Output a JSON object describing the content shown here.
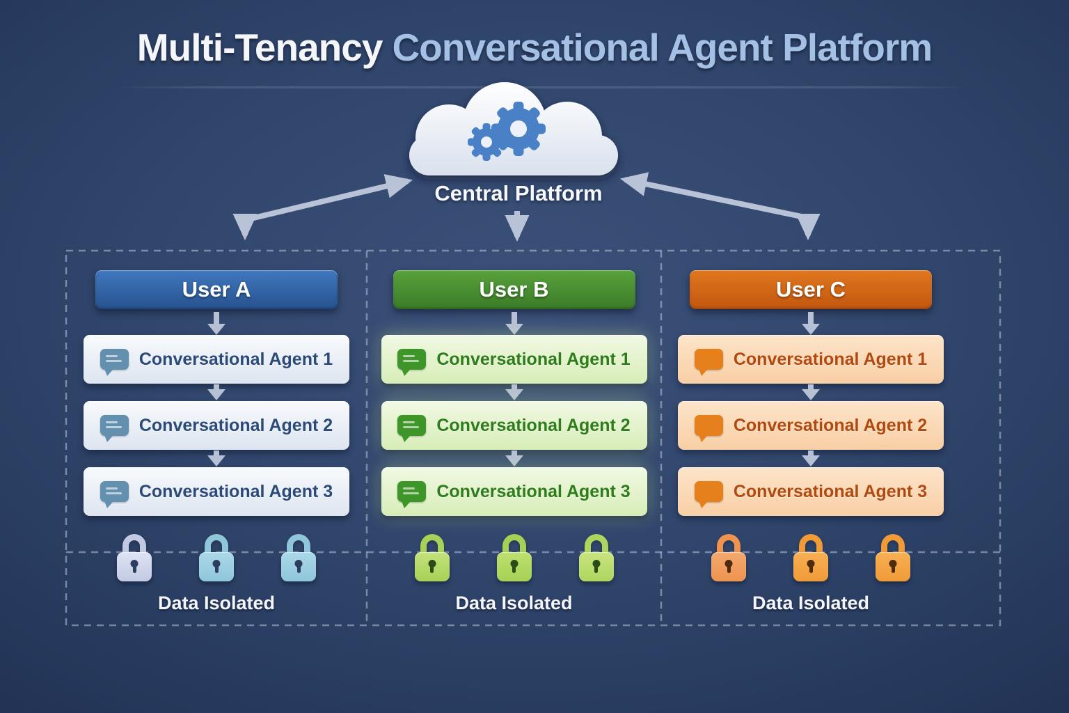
{
  "title": {
    "part1": "Multi-Tenancy",
    "part2": "Conversational Agent Platform"
  },
  "platform": {
    "label": "Central Platform",
    "icon": "cloud-with-gears-icon"
  },
  "colors": {
    "background_center": "#3b5179",
    "background_edge": "#223355",
    "title_part1": "#f4f6fa",
    "title_part2": "#a4c0e4",
    "flow_arrow": "#b7c1d6",
    "branch_arrow": "#b9c3d8",
    "dashed_border": "#c6d0e2",
    "cloud_fill_top": "#ffffff",
    "cloud_fill_bottom": "#d9e1ed",
    "gear_fill_top": "#4a80c6",
    "gear_fill_bottom": "#275090"
  },
  "tenants": [
    {
      "id": "a",
      "name": "User A",
      "agents": [
        "Conversational Agent 1",
        "Conversational Agent 2",
        "Conversational Agent 3"
      ],
      "data_isolated": "Data Isolated",
      "icon_style": "lines",
      "colors": {
        "header_top": "#4078be",
        "header_bottom": "#27528f",
        "box_top": "#f8fafd",
        "box_bottom": "#dde5f0",
        "text": "#2c4a78",
        "icon": "#6390ae",
        "keyhole": "#2c3d60",
        "glow": "0 0 0 rgba(0,0,0,0)",
        "locks": [
          [
            "#dfe3f4",
            "#c2cae3"
          ],
          [
            "#abd8e8",
            "#8ec6da"
          ],
          [
            "#abd8e8",
            "#8ec6da"
          ]
        ]
      }
    },
    {
      "id": "b",
      "name": "User B",
      "agents": [
        "Conversational Agent 1",
        "Conversational Agent 2",
        "Conversational Agent 3"
      ],
      "data_isolated": "Data Isolated",
      "icon_style": "lines",
      "colors": {
        "header_top": "#58a23c",
        "header_bottom": "#3b7b27",
        "box_top": "#f1f9e3",
        "box_bottom": "#d7edb8",
        "text": "#2e7c1b",
        "icon": "#3f9628",
        "keyhole": "#2b4c1a",
        "glow": "0 0 24px rgba(198,235,150,0.45)",
        "locks": [
          [
            "#c4e27c",
            "#a7d157"
          ],
          [
            "#bfe070",
            "#a5d154"
          ],
          [
            "#c9e480",
            "#aed65e"
          ]
        ]
      }
    },
    {
      "id": "c",
      "name": "User C",
      "agents": [
        "Conversational Agent 1",
        "Conversational Agent 2",
        "Conversational Agent 3"
      ],
      "data_isolated": "Data Isolated",
      "icon_style": "plain",
      "colors": {
        "header_top": "#e0771f",
        "header_bottom": "#c2570f",
        "box_top": "#fde4c9",
        "box_bottom": "#f8cfa6",
        "text": "#b04a10",
        "icon": "#e6801c",
        "keyhole": "#4c2c0c",
        "glow": "0 0 0 rgba(0,0,0,0)",
        "locks": [
          [
            "#f4a96e",
            "#ee9350"
          ],
          [
            "#f8b055",
            "#f09a38"
          ],
          [
            "#f8b055",
            "#f09a38"
          ]
        ]
      }
    }
  ]
}
